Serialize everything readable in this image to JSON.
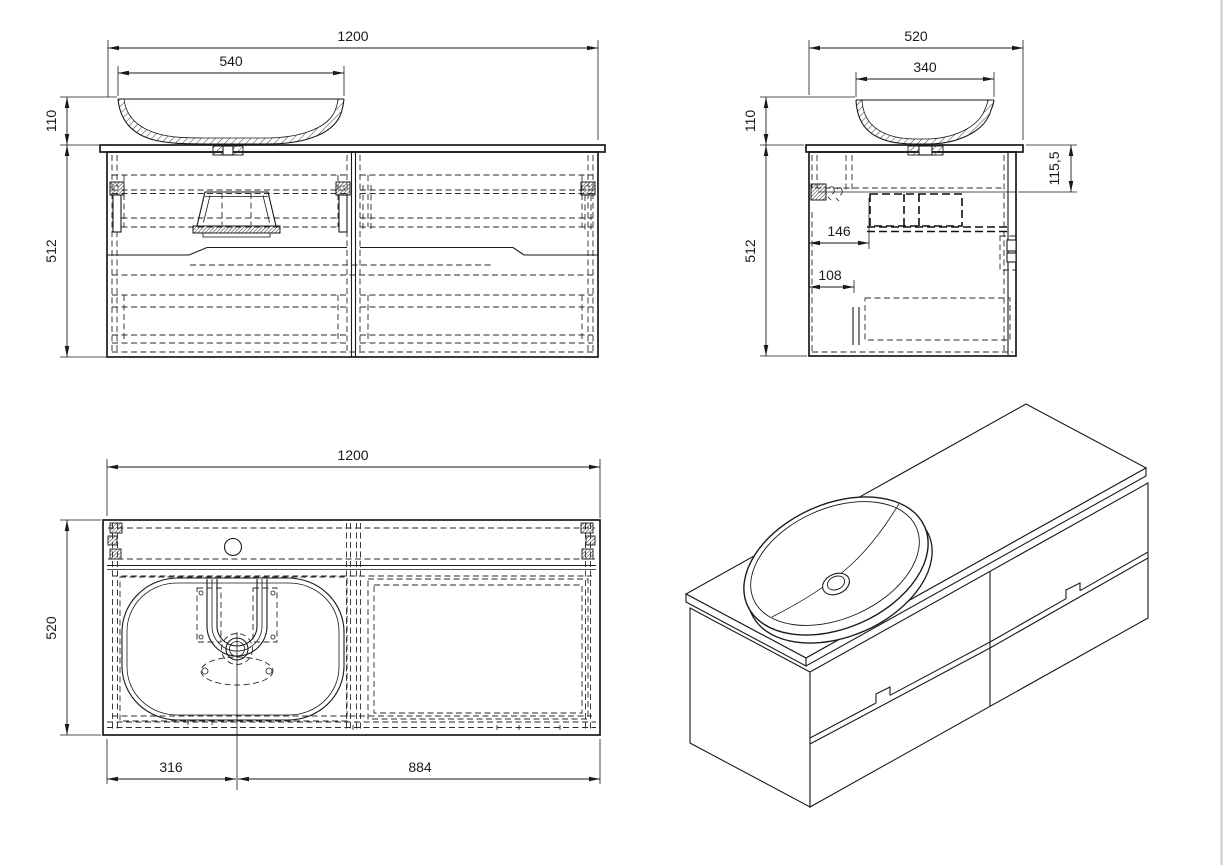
{
  "colors": {
    "line": "#1a1a1a",
    "background": "#ffffff",
    "hatch": "#3a3a3a",
    "page_edge": "#cccccc"
  },
  "views": {
    "front": {
      "dims": {
        "total_width": "1200",
        "basin_width": "540",
        "basin_height": "110",
        "cabinet_height": "512"
      }
    },
    "side": {
      "dims": {
        "total_depth": "520",
        "basin_depth": "340",
        "basin_height": "110",
        "cabinet_height": "512",
        "counter_to_shelf": "115,5",
        "shelf_inset": "146",
        "lower_inset": "108"
      }
    },
    "plan": {
      "dims": {
        "total_width": "1200",
        "total_depth": "520",
        "drain_offset_left": "316",
        "drain_offset_right": "884"
      }
    }
  }
}
